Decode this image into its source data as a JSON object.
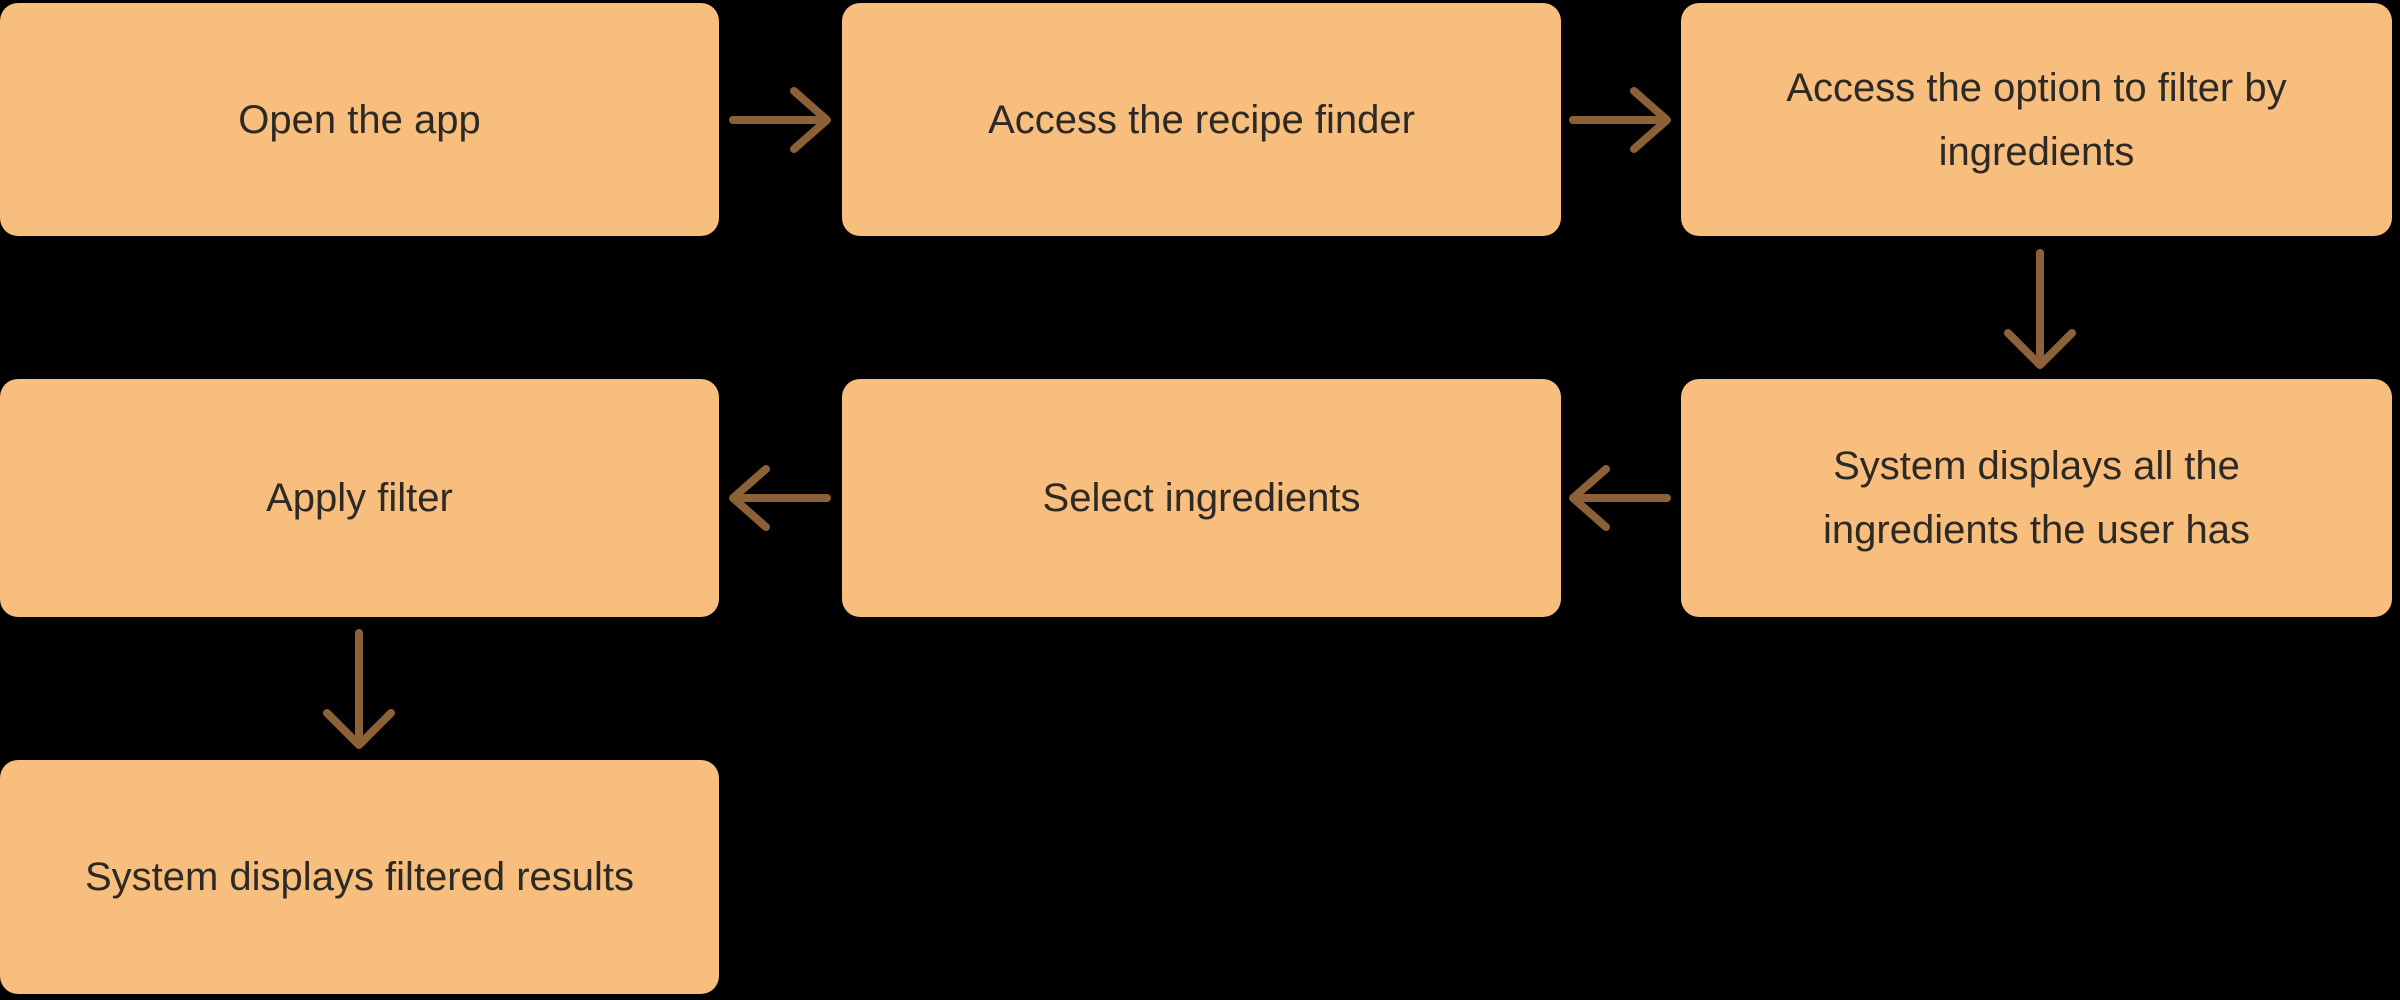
{
  "colors": {
    "background": "#000000",
    "node-fill": "#F8BE7D",
    "arrow": "#8C6137",
    "text": "#2D2A25"
  },
  "diagram": {
    "type": "flowchart",
    "title": "",
    "nodes": [
      {
        "id": "open-app",
        "label": "Open the app"
      },
      {
        "id": "access-recipe-finder",
        "label": "Access the recipe finder"
      },
      {
        "id": "access-filter-by-ingredients",
        "label": "Access the option to filter by\ningredients"
      },
      {
        "id": "system-displays-ingredients",
        "label": "System displays all the\ningredients the user has"
      },
      {
        "id": "select-ingredients",
        "label": "Select ingredients"
      },
      {
        "id": "apply-filter",
        "label": "Apply filter"
      },
      {
        "id": "system-displays-filtered-results",
        "label": "System displays filtered results"
      }
    ],
    "edges": [
      {
        "from": "open-app",
        "to": "access-recipe-finder",
        "direction": "right"
      },
      {
        "from": "access-recipe-finder",
        "to": "access-filter-by-ingredients",
        "direction": "right"
      },
      {
        "from": "access-filter-by-ingredients",
        "to": "system-displays-ingredients",
        "direction": "down"
      },
      {
        "from": "system-displays-ingredients",
        "to": "select-ingredients",
        "direction": "left"
      },
      {
        "from": "select-ingredients",
        "to": "apply-filter",
        "direction": "left"
      },
      {
        "from": "apply-filter",
        "to": "system-displays-filtered-results",
        "direction": "down"
      }
    ]
  }
}
